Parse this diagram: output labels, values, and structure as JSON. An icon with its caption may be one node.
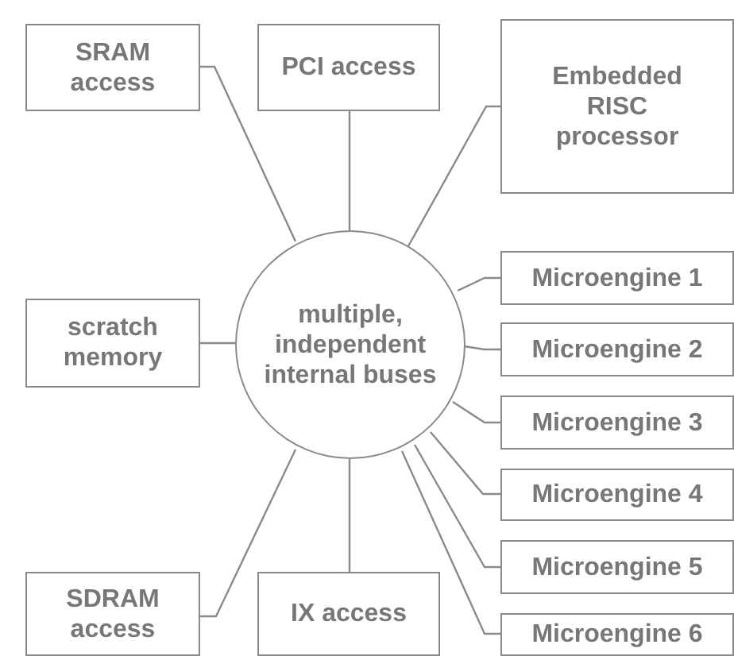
{
  "diagram": {
    "nodes": [
      {
        "text": [
          "SRAM access"
        ]
      },
      {
        "text": [
          "PCI access"
        ]
      },
      {
        "text": [
          "Embedded RISC processor"
        ]
      },
      {
        "text": [
          "scratch memory"
        ]
      },
      {
        "text": [
          "multiple, independent internal buses"
        ]
      },
      {
        "text": [
          "Microengine 1"
        ]
      },
      {
        "text": [
          "Microengine 2"
        ]
      },
      {
        "text": [
          "Microengine 3"
        ]
      },
      {
        "text": [
          "Microengine 4"
        ]
      },
      {
        "text": [
          "Microengine 5"
        ]
      },
      {
        "text": [
          "Microengine 6"
        ]
      },
      {
        "text": [
          "SDRAM access"
        ]
      },
      {
        "text": [
          "IX access"
        ]
      }
    ],
    "edges": [
      {
        "from": 4,
        "to": 0,
        "arrow": "none"
      },
      {
        "from": 4,
        "to": 1,
        "arrow": "none"
      },
      {
        "from": 4,
        "to": 2,
        "arrow": "none"
      },
      {
        "from": 4,
        "to": 3,
        "arrow": "none"
      },
      {
        "from": 4,
        "to": 5,
        "arrow": "none"
      },
      {
        "from": 4,
        "to": 6,
        "arrow": "none"
      },
      {
        "from": 4,
        "to": 7,
        "arrow": "none"
      },
      {
        "from": 4,
        "to": 8,
        "arrow": "none"
      },
      {
        "from": 4,
        "to": 9,
        "arrow": "none"
      },
      {
        "from": 4,
        "to": 10,
        "arrow": "none"
      },
      {
        "from": 4,
        "to": 11,
        "arrow": "none"
      },
      {
        "from": 4,
        "to": 12,
        "arrow": "none"
      }
    ]
  }
}
